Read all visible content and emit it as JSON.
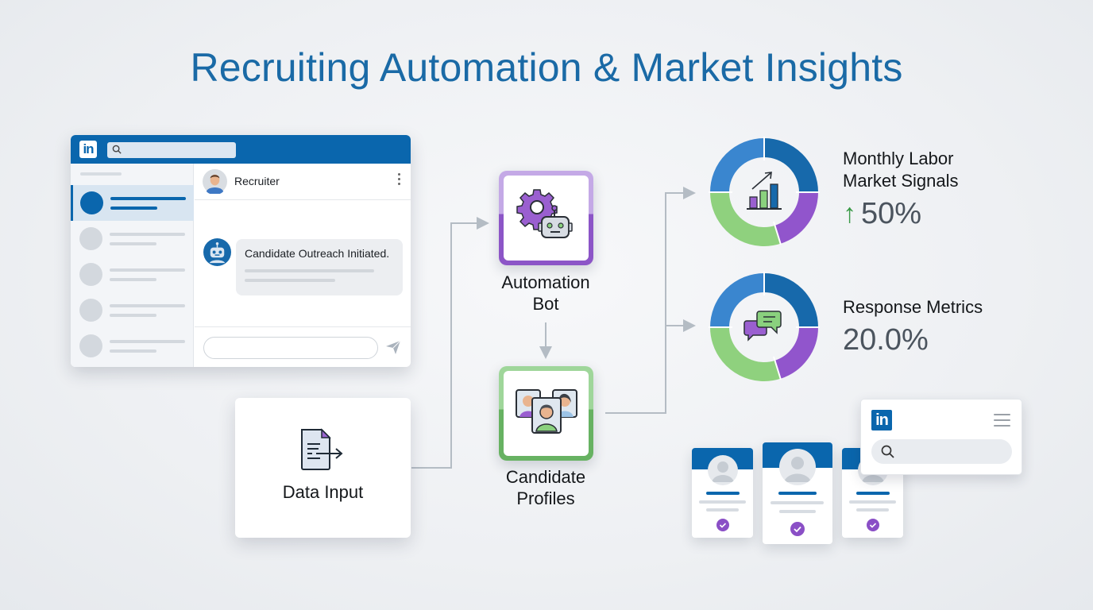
{
  "title": "Recruiting Automation & Market Insights",
  "colors": {
    "brand_blue": "#0a66ad",
    "title_blue": "#1a6aa6",
    "purple": "#8c55c7",
    "green": "#67b262",
    "light_green": "#8fd17e",
    "connector": "#b4bcc4",
    "metric_up": "#3a9a47"
  },
  "messenger": {
    "logo": "in",
    "search_icon": "search-icon",
    "conversation_count": 5,
    "active_index": 0,
    "chat_header": {
      "name": "Recruiter",
      "menu_icon": "kebab-menu-icon"
    },
    "message": {
      "sender_icon": "robot-icon",
      "text": "Candidate Outreach Initiated."
    },
    "input": {
      "placeholder": "",
      "send_icon": "send-icon"
    }
  },
  "flow": {
    "data_input": {
      "label": "Data Input",
      "icon": "document-export-icon"
    },
    "automation_bot": {
      "label_line1": "Automation",
      "label_line2": "Bot",
      "icon": "gear-robot-icon"
    },
    "candidate_profiles": {
      "label_line1": "Candidate",
      "label_line2": "Profiles",
      "icon": "people-profiles-icon"
    }
  },
  "metrics": [
    {
      "title_line1": "Monthly Labor",
      "title_line2": "Market Signals",
      "trend": "up",
      "trend_icon": "arrow-up-icon",
      "value": "50%",
      "icon": "bar-chart-growth-icon"
    },
    {
      "title_line1": "Response Metrics",
      "title_line2": "",
      "value": "20.0%",
      "icon": "chat-bubbles-icon"
    }
  ],
  "chart_data": [
    {
      "type": "pie",
      "title": "Monthly Labor Market Signals",
      "donut": true,
      "categories": [
        "Segment A (dark blue)",
        "Segment B (purple)",
        "Segment C (green)",
        "Segment D (blue)"
      ],
      "values": [
        25,
        20,
        30,
        25
      ],
      "colors": [
        "#1769ab",
        "#9155cc",
        "#8fd17e",
        "#3a86cf"
      ],
      "annotation": "↑ 50%"
    },
    {
      "type": "pie",
      "title": "Response Metrics",
      "donut": true,
      "categories": [
        "Segment A (dark blue)",
        "Segment B (purple)",
        "Segment C (green)",
        "Segment D (blue)"
      ],
      "values": [
        25,
        20,
        30,
        25
      ],
      "colors": [
        "#1769ab",
        "#9155cc",
        "#8fd17e",
        "#3a86cf"
      ],
      "annotation": "20.0%"
    }
  ],
  "profile_cards": [
    {
      "status_icon": "check-circle-icon"
    },
    {
      "status_icon": "check-circle-icon"
    },
    {
      "status_icon": "check-circle-icon"
    }
  ],
  "mini_widget": {
    "logo": "in",
    "menu_icon": "hamburger-menu-icon",
    "search_icon": "search-icon",
    "search_placeholder": ""
  }
}
